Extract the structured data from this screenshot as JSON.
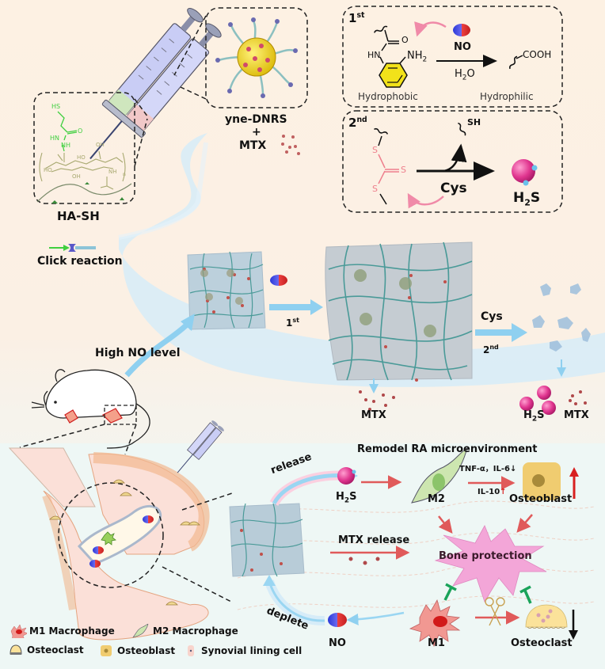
{
  "title": "NO/Cys dual-responsive hydrogel for RA therapy",
  "colors": {
    "top_bg": "#fcefe0",
    "bottom_bg": "#eef7f5",
    "stream": "#cfe8f6",
    "arrow_blue": "#8fd0f0",
    "arrow_red": "#e05a5a",
    "inhibit_green": "#1aa35a",
    "h2s_pink": "#e0358f",
    "mtx_dot": "#b0484a",
    "burst_pink": "#f3a6d8",
    "benzene_yellow": "#f2e21a",
    "thiol_green": "#3fcf3f",
    "trithio_pink": "#ee7f8d"
  },
  "components": {
    "ha_sh": {
      "label": "HA-SH",
      "sh": "HS",
      "o": "O",
      "hn": "HN",
      "nh": "NH",
      "ho1": "HO",
      "ho2": "HO",
      "oh1": "OH",
      "oh2": "OH",
      "nh2": "NH",
      "n": "n"
    },
    "dnrs": {
      "line1": "yne-DNRS",
      "plus": "+",
      "line2": "MTX"
    },
    "click": {
      "label": "Click reaction"
    }
  },
  "reaction1": {
    "step": "1",
    "step_sup": "st",
    "reagent": "NO",
    "carbonyl_o": "O",
    "hn": "HN",
    "nh2": "NH",
    "nh2_sub": "2",
    "condition_h": "H",
    "condition_sub": "2",
    "condition_o": "O",
    "product": "COOH",
    "left_label": "Hydrophobic",
    "right_label": "Hydrophilic"
  },
  "reaction2": {
    "step": "2",
    "step_sup": "nd",
    "s_top": "S",
    "s_right": "S",
    "s_bottom": "S",
    "byproduct": "SH",
    "reagent": "Cys",
    "product_h": "H",
    "product_sub": "2",
    "product_s": "S"
  },
  "middle": {
    "high_no": "High NO level",
    "step1": "1",
    "step1_sup": "st",
    "cys": "Cys",
    "step2": "2",
    "step2_sup": "nd",
    "mtx_left": "MTX",
    "h2s_h": "H",
    "h2s_sub": "2",
    "h2s_s": "S",
    "mtx_right": "MTX"
  },
  "bottom": {
    "remodel": "Remodel RA microenvironment",
    "release": "release",
    "h2s_h": "H",
    "h2s_sub": "2",
    "h2s_s": "S",
    "m2": "M2",
    "tnf": "TNF-α，IL-6",
    "tnf_arrow": "↓",
    "il10": "IL-10",
    "il10_arrow": "↑",
    "osteoblast": "Osteoblast",
    "mtx_release": "MTX release",
    "bone_protection": "Bone protection",
    "deplete": "deplete",
    "no": "NO",
    "m1": "M1",
    "osteoclast": "Osteoclast"
  },
  "legend": [
    {
      "icon": "m1-macrophage-icon",
      "label": "M1 Macrophage"
    },
    {
      "icon": "m2-macrophage-icon",
      "label": "M2 Macrophage"
    },
    {
      "icon": "osteoclast-icon",
      "label": "Osteoclast"
    },
    {
      "icon": "osteoblast-icon",
      "label": "Osteoblast"
    },
    {
      "icon": "synovial-cell-icon",
      "label": "Synovial lining cell"
    }
  ]
}
